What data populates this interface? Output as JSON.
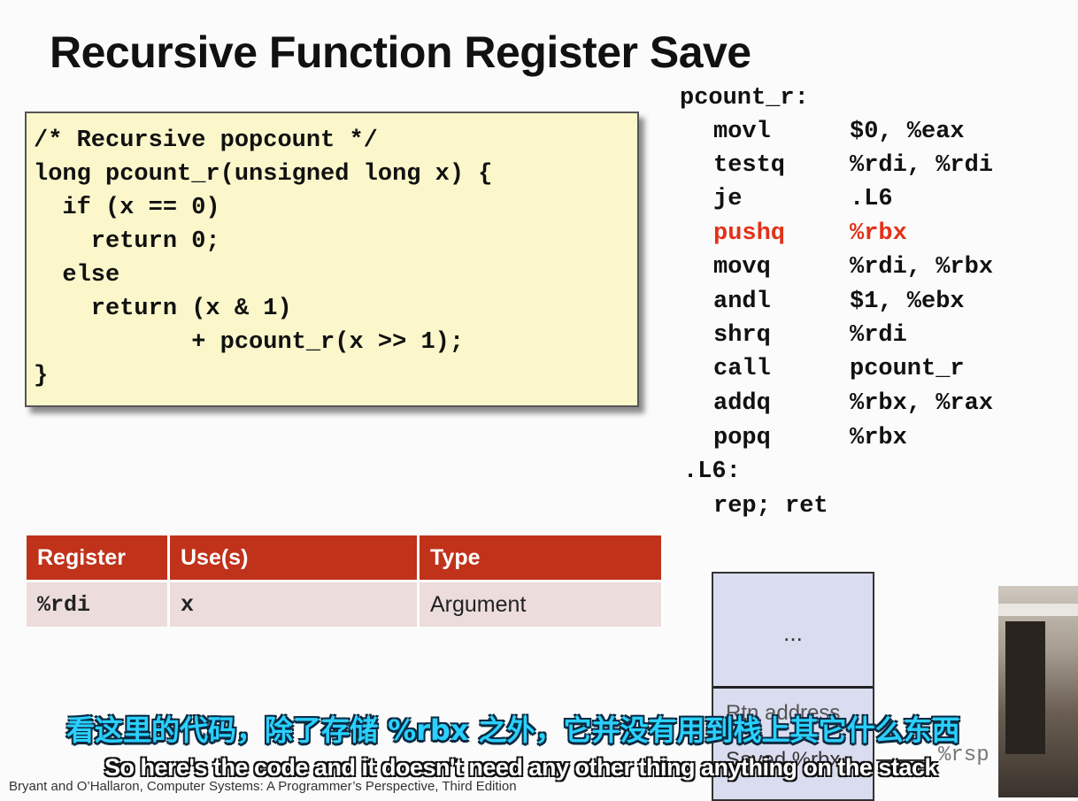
{
  "slide": {
    "title": "Recursive Function Register Save"
  },
  "c_code": {
    "lines": [
      "/* Recursive popcount */",
      "long pcount_r(unsigned long x) {",
      "  if (x == 0)",
      "    return 0;",
      "  else",
      "    return (x & 1)",
      "           + pcount_r(x >> 1);",
      "}"
    ]
  },
  "assembly": {
    "label_func": "pcount_r:",
    "label_l6": ".L6:",
    "instructions": [
      {
        "op": "movl",
        "arg": "$0, %eax"
      },
      {
        "op": "testq",
        "arg": "%rdi, %rdi"
      },
      {
        "op": "je",
        "arg": ".L6"
      },
      {
        "op": "pushq",
        "arg": "%rbx"
      },
      {
        "op": "movq",
        "arg": "%rdi, %rbx"
      },
      {
        "op": "andl",
        "arg": "$1, %ebx"
      },
      {
        "op": "shrq",
        "arg": "%rdi"
      },
      {
        "op": "call",
        "arg": "pcount_r"
      },
      {
        "op": "addq",
        "arg": "%rbx, %rax"
      },
      {
        "op": "popq",
        "arg": "%rbx"
      }
    ],
    "final": "rep; ret",
    "highlight_color": "#e2321a"
  },
  "register_table": {
    "headers": [
      "Register",
      "Use(s)",
      "Type"
    ],
    "rows": [
      {
        "register": "%rdi",
        "use": "x",
        "type": "Argument"
      }
    ],
    "header_color": "#c0321a"
  },
  "stack": {
    "dots": "...",
    "cell1": "Rtn address",
    "cell2": "Saved %rbx",
    "pointer_label": "%rsp"
  },
  "subtitles": {
    "chinese": "看这里的代码，除了存储 %rbx 之外，它并没有用到栈上其它什么东西",
    "english": "So here's the code and it doesn't need any other thing anything on the stack"
  },
  "credit": "Bryant and O’Hallaron, Computer Systems: A Programmer’s Perspective, Third Edition"
}
